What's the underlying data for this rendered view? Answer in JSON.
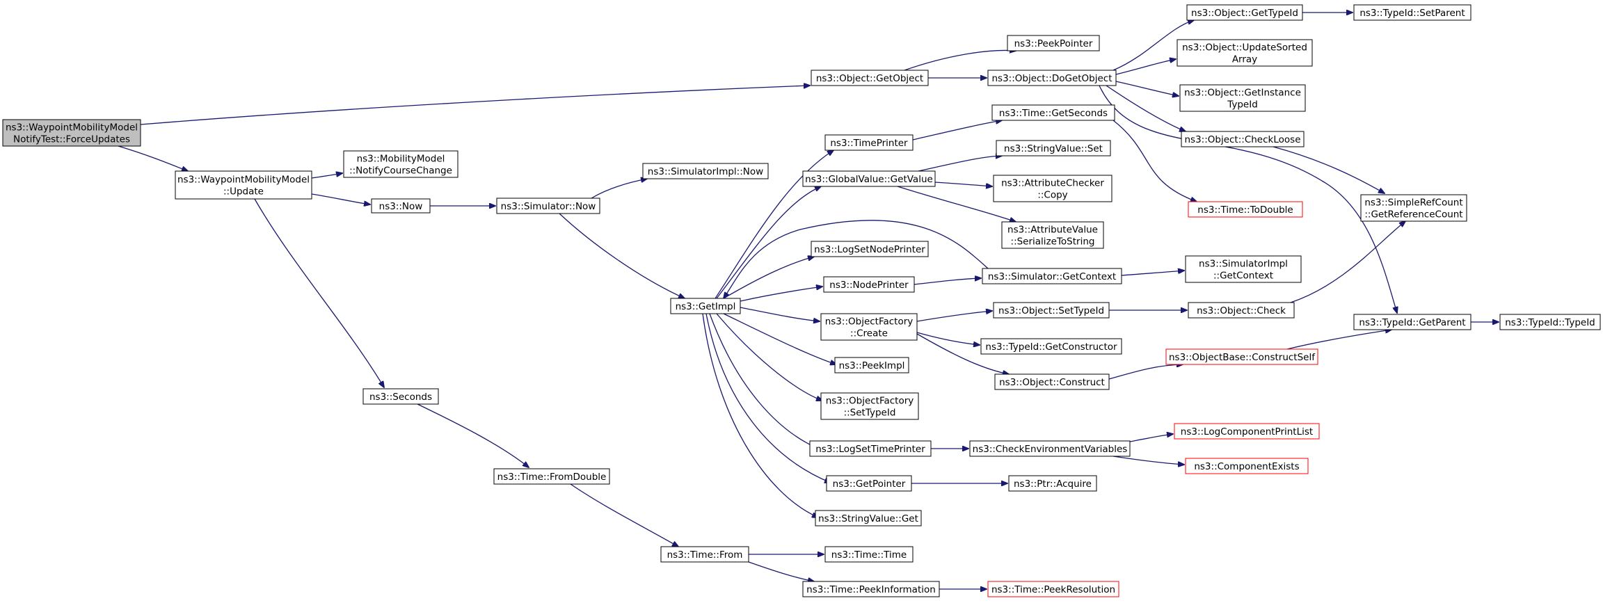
{
  "colors": {
    "edge": "#191970",
    "node_border": "#000000",
    "truncated_border": "#ff0000",
    "root_fill": "#bfbfbf",
    "background": "#ffffff"
  },
  "nodes": {
    "root": {
      "lines": [
        "ns3::WaypointMobilityModel",
        "NotifyTest::ForceUpdates"
      ],
      "root": true
    },
    "wmmUpdate": {
      "lines": [
        "ns3::WaypointMobilityModel",
        "::Update"
      ]
    },
    "mmNotify": {
      "lines": [
        "ns3::MobilityModel",
        "::NotifyCourseChange"
      ]
    },
    "now": {
      "lines": [
        "ns3::Now"
      ]
    },
    "seconds": {
      "lines": [
        "ns3::Seconds"
      ]
    },
    "simNow": {
      "lines": [
        "ns3::Simulator::Now"
      ]
    },
    "simImplNow": {
      "lines": [
        "ns3::SimulatorImpl::Now"
      ]
    },
    "getImpl": {
      "lines": [
        "ns3::GetImpl"
      ]
    },
    "fromDouble": {
      "lines": [
        "ns3::Time::FromDouble"
      ]
    },
    "timeFrom": {
      "lines": [
        "ns3::Time::From"
      ]
    },
    "timeTime": {
      "lines": [
        "ns3::Time::Time"
      ]
    },
    "peekInfo": {
      "lines": [
        "ns3::Time::PeekInformation"
      ]
    },
    "peekRes": {
      "lines": [
        "ns3::Time::PeekResolution"
      ],
      "truncated": true
    },
    "objGetObject": {
      "lines": [
        "ns3::Object::GetObject"
      ]
    },
    "peekPointer": {
      "lines": [
        "ns3::PeekPointer"
      ]
    },
    "doGetObject": {
      "lines": [
        "ns3::Object::DoGetObject"
      ]
    },
    "objGetTypeId": {
      "lines": [
        "ns3::Object::GetTypeId"
      ]
    },
    "tidSetParent": {
      "lines": [
        "ns3::TypeId::SetParent"
      ]
    },
    "updateSorted": {
      "lines": [
        "ns3::Object::UpdateSorted",
        "Array"
      ]
    },
    "getInstance": {
      "lines": [
        "ns3::Object::GetInstance",
        "TypeId"
      ]
    },
    "checkLoose": {
      "lines": [
        "ns3::Object::CheckLoose"
      ]
    },
    "getRefCount": {
      "lines": [
        "ns3::SimpleRefCount",
        "::GetReferenceCount"
      ]
    },
    "tidGetParent": {
      "lines": [
        "ns3::TypeId::GetParent"
      ]
    },
    "tidTypeId": {
      "lines": [
        "ns3::TypeId::TypeId"
      ]
    },
    "timePrinter": {
      "lines": [
        "ns3::TimePrinter"
      ]
    },
    "getSeconds": {
      "lines": [
        "ns3::Time::GetSeconds"
      ]
    },
    "toDouble": {
      "lines": [
        "ns3::Time::ToDouble"
      ],
      "truncated": true
    },
    "gvGetValue": {
      "lines": [
        "ns3::GlobalValue::GetValue"
      ]
    },
    "svSet": {
      "lines": [
        "ns3::StringValue::Set"
      ]
    },
    "acCopy": {
      "lines": [
        "ns3::AttributeChecker",
        "::Copy"
      ]
    },
    "avSerialize": {
      "lines": [
        "ns3::AttributeValue",
        "::SerializeToString"
      ]
    },
    "logSetNode": {
      "lines": [
        "ns3::LogSetNodePrinter"
      ]
    },
    "nodePrinter": {
      "lines": [
        "ns3::NodePrinter"
      ]
    },
    "simGetContext": {
      "lines": [
        "ns3::Simulator::GetContext"
      ]
    },
    "simImplGetContext": {
      "lines": [
        "ns3::SimulatorImpl",
        "::GetContext"
      ]
    },
    "ofCreate": {
      "lines": [
        "ns3::ObjectFactory",
        "::Create"
      ]
    },
    "objSetTypeId": {
      "lines": [
        "ns3::Object::SetTypeId"
      ]
    },
    "objCheck": {
      "lines": [
        "ns3::Object::Check"
      ]
    },
    "tidGetCtor": {
      "lines": [
        "ns3::TypeId::GetConstructor"
      ]
    },
    "objConstruct": {
      "lines": [
        "ns3::Object::Construct"
      ]
    },
    "constructSelf": {
      "lines": [
        "ns3::ObjectBase::ConstructSelf"
      ],
      "truncated": true
    },
    "peekImpl": {
      "lines": [
        "ns3::PeekImpl"
      ]
    },
    "ofSetTypeId": {
      "lines": [
        "ns3::ObjectFactory",
        "::SetTypeId"
      ]
    },
    "logSetTime": {
      "lines": [
        "ns3::LogSetTimePrinter"
      ]
    },
    "checkEnv": {
      "lines": [
        "ns3::CheckEnvironmentVariables"
      ]
    },
    "logCompPrint": {
      "lines": [
        "ns3::LogComponentPrintList"
      ],
      "truncated": true
    },
    "compExists": {
      "lines": [
        "ns3::ComponentExists"
      ],
      "truncated": true
    },
    "getPointer": {
      "lines": [
        "ns3::GetPointer"
      ]
    },
    "ptrAcquire": {
      "lines": [
        "ns3::Ptr::Acquire"
      ]
    },
    "svGet": {
      "lines": [
        "ns3::StringValue::Get"
      ]
    }
  }
}
